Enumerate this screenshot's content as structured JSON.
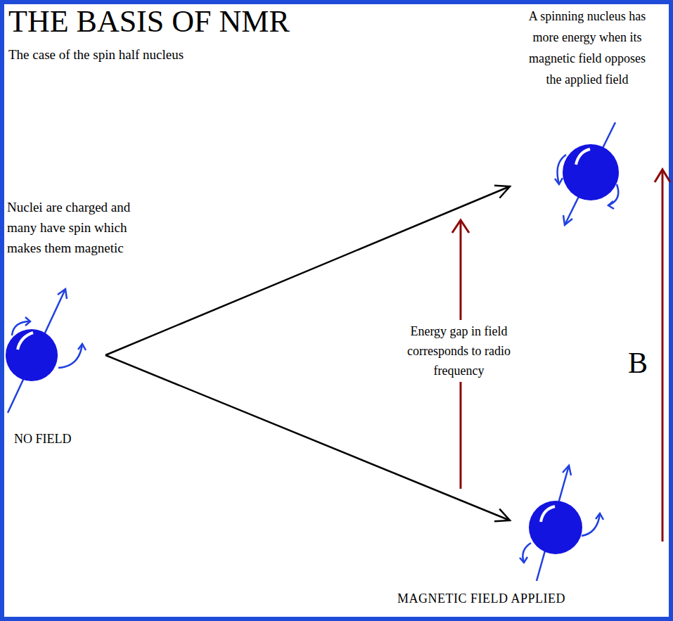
{
  "diagram": {
    "title": "THE BASIS OF NMR",
    "nodes": [
      {
        "text": [
          "Nuclei are charged and many have spin which makes them magnetic",
          "NO FIELD"
        ]
      },
      {
        "text": [
          "A spinning nucleus has more energy when its magnetic field opposes the applied field"
        ]
      },
      {
        "text": [
          "MAGNETIC FIELD APPLIED"
        ]
      }
    ],
    "edges": [
      {
        "from": 0,
        "to": 1,
        "arrow": "to"
      },
      {
        "from": 0,
        "to": 2,
        "arrow": "to"
      }
    ],
    "labels": [
      "The case of the spin half nucleus",
      "Energy gap in field corresponds to radio frequency",
      "B"
    ]
  }
}
